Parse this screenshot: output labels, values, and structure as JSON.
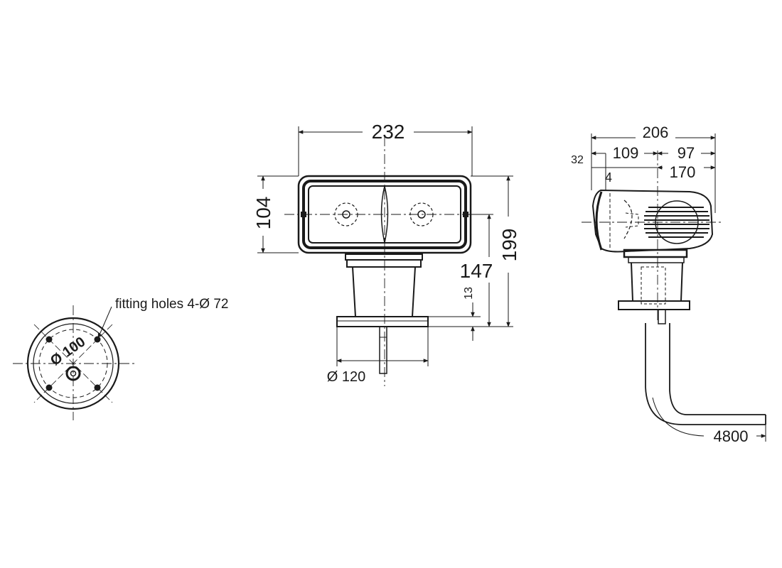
{
  "front_view": {
    "width": "232",
    "head_height": "104",
    "total_height": "199",
    "axis_height": "147",
    "base_thickness": "13",
    "base_diameter": "Ø 120"
  },
  "side_view": {
    "overall_depth": "206",
    "front_offset": "32",
    "front_to_axis": "109",
    "axis_to_rear": "97",
    "lip": "4",
    "axis_section": "170",
    "cable_length": "4800"
  },
  "mounting_plate": {
    "holes_label": "fitting holes 4-Ø 72",
    "pitch_diameter": "Ø 100"
  },
  "colors": {
    "ink": "#1a1a1a",
    "paper": "#ffffff"
  }
}
